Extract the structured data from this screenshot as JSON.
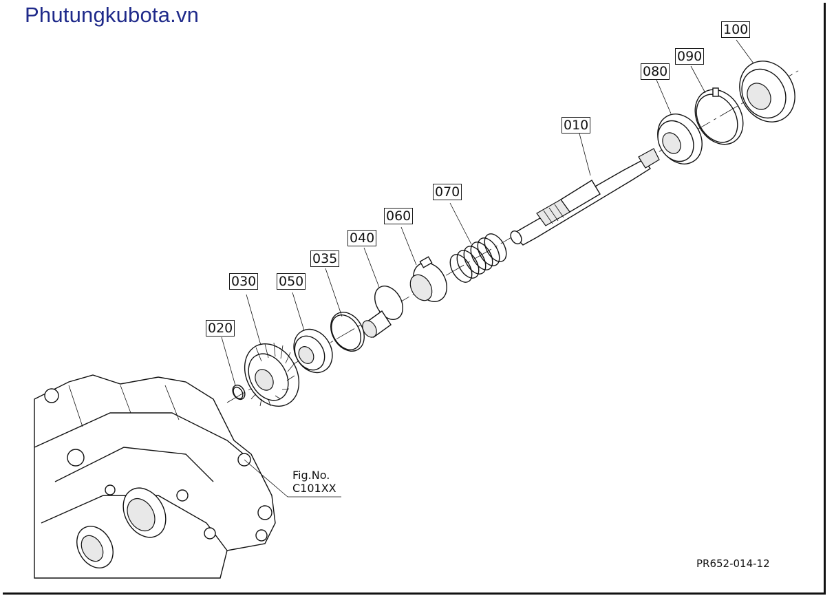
{
  "watermark": "Phutungkubota.vn",
  "callouts": {
    "p010": "010",
    "p020": "020",
    "p030": "030",
    "p035": "035",
    "p040": "040",
    "p050": "050",
    "p060": "060",
    "p070": "070",
    "p080": "080",
    "p090": "090",
    "p100": "100"
  },
  "figure_reference": {
    "line1": "Fig.No.",
    "line2": "C101XX"
  },
  "drawing_code": "PR652-014-12"
}
